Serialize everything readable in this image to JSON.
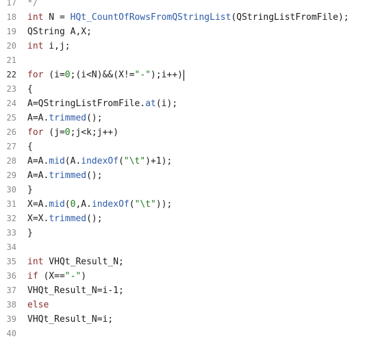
{
  "editor": {
    "current_line": "22",
    "lines": [
      {
        "no": "17",
        "t": [
          {
            "c": "cm",
            "s": "*/"
          }
        ]
      },
      {
        "no": "18",
        "t": [
          {
            "c": "kw",
            "s": "int"
          },
          {
            "c": "",
            "s": " N = "
          },
          {
            "c": "fn",
            "s": "HQt_CountOfRowsFromQStringList"
          },
          {
            "c": "",
            "s": "(QStringListFromFile);"
          }
        ]
      },
      {
        "no": "19",
        "t": [
          {
            "c": "",
            "s": "QString A,X;"
          }
        ]
      },
      {
        "no": "20",
        "t": [
          {
            "c": "kw",
            "s": "int"
          },
          {
            "c": "",
            "s": " i,j;"
          }
        ]
      },
      {
        "no": "21",
        "t": []
      },
      {
        "no": "22",
        "t": [
          {
            "c": "kw",
            "s": "for"
          },
          {
            "c": "",
            "s": " (i="
          },
          {
            "c": "num",
            "s": "0"
          },
          {
            "c": "",
            "s": ";(i<N)&&(X!="
          },
          {
            "c": "str",
            "s": "\"-\""
          },
          {
            "c": "",
            "s": ");i++)"
          }
        ]
      },
      {
        "no": "23",
        "t": [
          {
            "c": "",
            "s": "{"
          }
        ]
      },
      {
        "no": "24",
        "t": [
          {
            "c": "",
            "s": "A=QStringListFromFile."
          },
          {
            "c": "fn",
            "s": "at"
          },
          {
            "c": "",
            "s": "(i);"
          }
        ]
      },
      {
        "no": "25",
        "t": [
          {
            "c": "",
            "s": "A=A."
          },
          {
            "c": "fn",
            "s": "trimmed"
          },
          {
            "c": "",
            "s": "();"
          }
        ]
      },
      {
        "no": "26",
        "t": [
          {
            "c": "kw",
            "s": "for"
          },
          {
            "c": "",
            "s": " (j="
          },
          {
            "c": "num",
            "s": "0"
          },
          {
            "c": "",
            "s": ";j<k;j++)"
          }
        ]
      },
      {
        "no": "27",
        "t": [
          {
            "c": "",
            "s": "{"
          }
        ]
      },
      {
        "no": "28",
        "t": [
          {
            "c": "",
            "s": "A=A."
          },
          {
            "c": "fn",
            "s": "mid"
          },
          {
            "c": "",
            "s": "(A."
          },
          {
            "c": "fn",
            "s": "indexOf"
          },
          {
            "c": "",
            "s": "("
          },
          {
            "c": "str",
            "s": "\"\\t\""
          },
          {
            "c": "",
            "s": ")+1);"
          }
        ]
      },
      {
        "no": "29",
        "t": [
          {
            "c": "",
            "s": "A=A."
          },
          {
            "c": "fn",
            "s": "trimmed"
          },
          {
            "c": "",
            "s": "();"
          }
        ]
      },
      {
        "no": "30",
        "t": [
          {
            "c": "",
            "s": "}"
          }
        ]
      },
      {
        "no": "31",
        "t": [
          {
            "c": "",
            "s": "X=A."
          },
          {
            "c": "fn",
            "s": "mid"
          },
          {
            "c": "",
            "s": "("
          },
          {
            "c": "num",
            "s": "0"
          },
          {
            "c": "",
            "s": ",A."
          },
          {
            "c": "fn",
            "s": "indexOf"
          },
          {
            "c": "",
            "s": "("
          },
          {
            "c": "str",
            "s": "\"\\t\""
          },
          {
            "c": "",
            "s": "));"
          }
        ]
      },
      {
        "no": "32",
        "t": [
          {
            "c": "",
            "s": "X=X."
          },
          {
            "c": "fn",
            "s": "trimmed"
          },
          {
            "c": "",
            "s": "();"
          }
        ]
      },
      {
        "no": "33",
        "t": [
          {
            "c": "",
            "s": "}"
          }
        ]
      },
      {
        "no": "34",
        "t": []
      },
      {
        "no": "35",
        "t": [
          {
            "c": "kw",
            "s": "int"
          },
          {
            "c": "",
            "s": " VHQt_Result_N;"
          }
        ]
      },
      {
        "no": "36",
        "t": [
          {
            "c": "kw",
            "s": "if"
          },
          {
            "c": "",
            "s": " (X=="
          },
          {
            "c": "str",
            "s": "\"-\""
          },
          {
            "c": "",
            "s": ")"
          }
        ]
      },
      {
        "no": "37",
        "t": [
          {
            "c": "",
            "s": "VHQt_Result_N=i-1;"
          }
        ]
      },
      {
        "no": "38",
        "t": [
          {
            "c": "kw",
            "s": "else"
          }
        ]
      },
      {
        "no": "39",
        "t": [
          {
            "c": "",
            "s": "VHQt_Result_N=i;"
          }
        ]
      },
      {
        "no": "40",
        "t": []
      }
    ]
  }
}
